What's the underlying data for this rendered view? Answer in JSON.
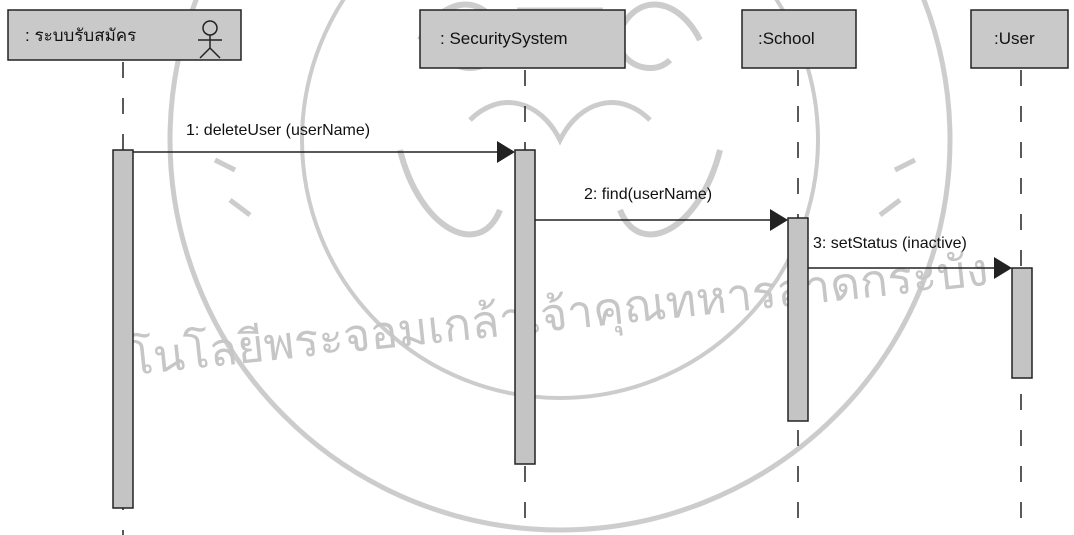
{
  "diagram": {
    "type": "uml-sequence",
    "colors": {
      "box_fill": "#c9c9c9",
      "activation_fill": "#c4c4c4",
      "line": "#222222",
      "watermark": "#c4c4c4"
    },
    "participants": [
      {
        "id": "p1",
        "label": ": ระบบรับสมัคร",
        "icon": "actor-stick-figure-icon"
      },
      {
        "id": "p2",
        "label": ": SecuritySystem"
      },
      {
        "id": "p3",
        "label": ":School"
      },
      {
        "id": "p4",
        "label": ":User"
      }
    ],
    "messages": [
      {
        "from": "p1",
        "to": "p2",
        "label": "1: deleteUser (userName)"
      },
      {
        "from": "p2",
        "to": "p3",
        "label": "2: find(userName)"
      },
      {
        "from": "p3",
        "to": "p4",
        "label": "3: setStatus (inactive)"
      }
    ],
    "watermark": {
      "icon": "university-seal-icon",
      "text": "โนโลยีพระจอมเกล้าเจ้าคุณทหารลาดกระบัง"
    }
  }
}
